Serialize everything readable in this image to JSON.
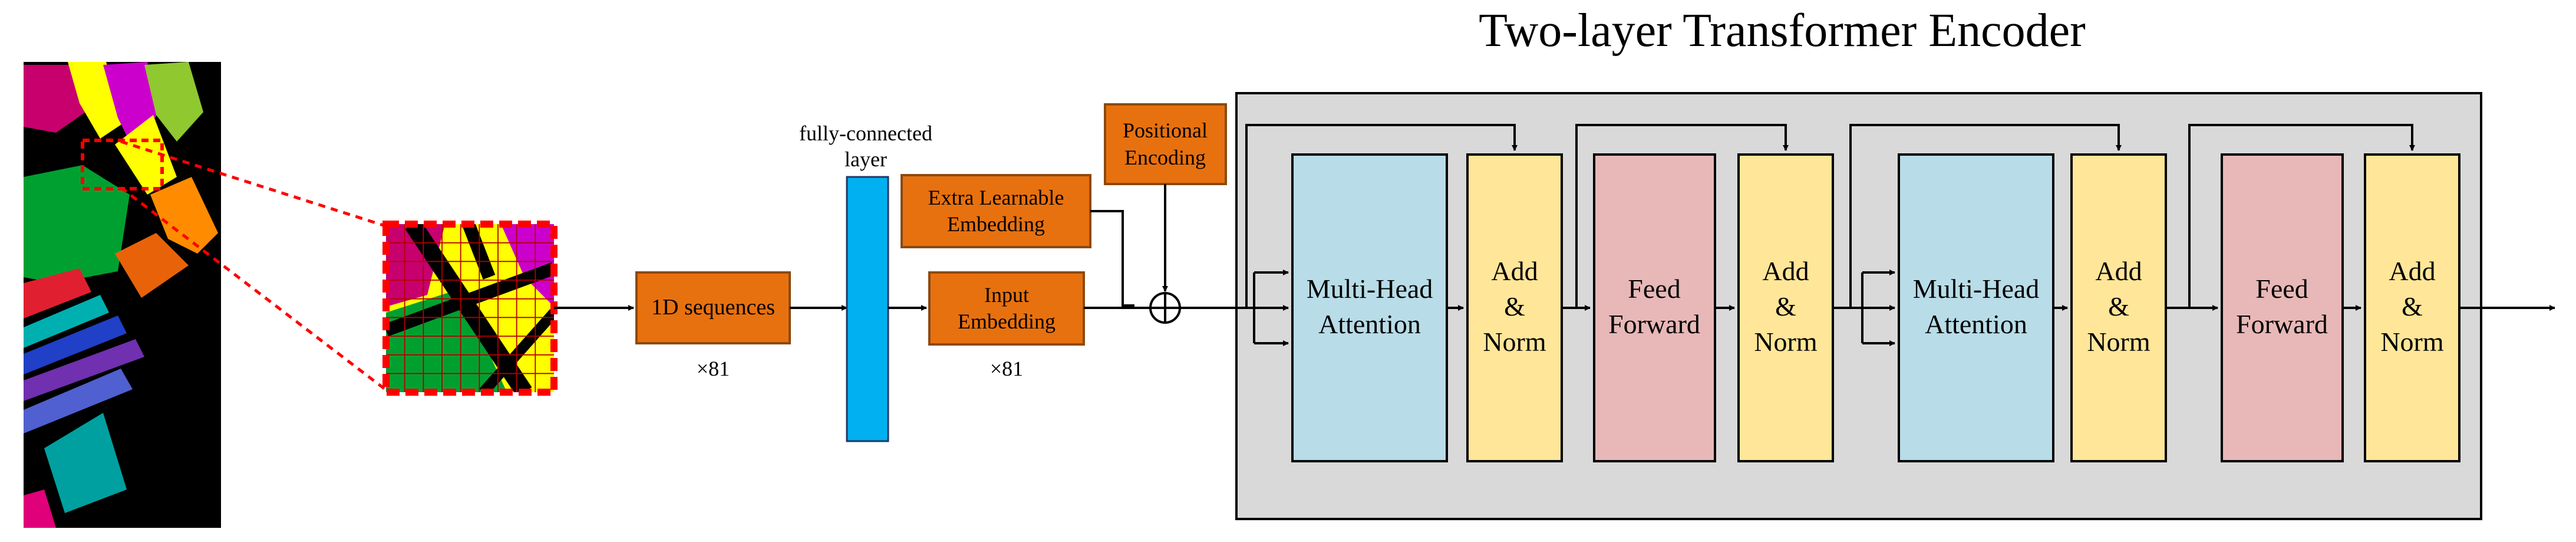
{
  "title": "Two-layer Transformer Encoder",
  "input": {
    "sequence_label": "1D sequences",
    "sequence_count": "×81",
    "fc_label_line1": "fully-connected",
    "fc_label_line2": "layer"
  },
  "embedding": {
    "extra_line1": "Extra Learnable",
    "extra_line2": "Embedding",
    "input_line1": "Input",
    "input_line2": "Embedding",
    "input_count": "×81",
    "positional_line1": "Positional",
    "positional_line2": "Encoding"
  },
  "encoder": {
    "mha1_line1": "Multi-Head",
    "mha1_line2": "Attention",
    "addnorm1_line1": "Add",
    "addnorm1_line2": "&",
    "addnorm1_line3": "Norm",
    "ff1_line1": "Feed",
    "ff1_line2": "Forward",
    "addnorm2_line1": "Add",
    "addnorm2_line2": "&",
    "addnorm2_line3": "Norm",
    "mha2_line1": "Multi-Head",
    "mha2_line2": "Attention",
    "addnorm3_line1": "Add",
    "addnorm3_line2": "&",
    "addnorm3_line3": "Norm",
    "ff2_line1": "Feed",
    "ff2_line2": "Forward",
    "addnorm4_line1": "Add",
    "addnorm4_line2": "&",
    "addnorm4_line3": "Norm"
  },
  "colors": {
    "orange": "#e8710f",
    "orange_border": "#8a4a12",
    "fc_blue": "#00b0f0",
    "mha_blue": "#b8dce8",
    "addnorm_yellow": "#ffe699",
    "ff_pink": "#e8b8b8",
    "encoder_bg": "#d9d9d9",
    "patch_red": "#ff0000"
  }
}
